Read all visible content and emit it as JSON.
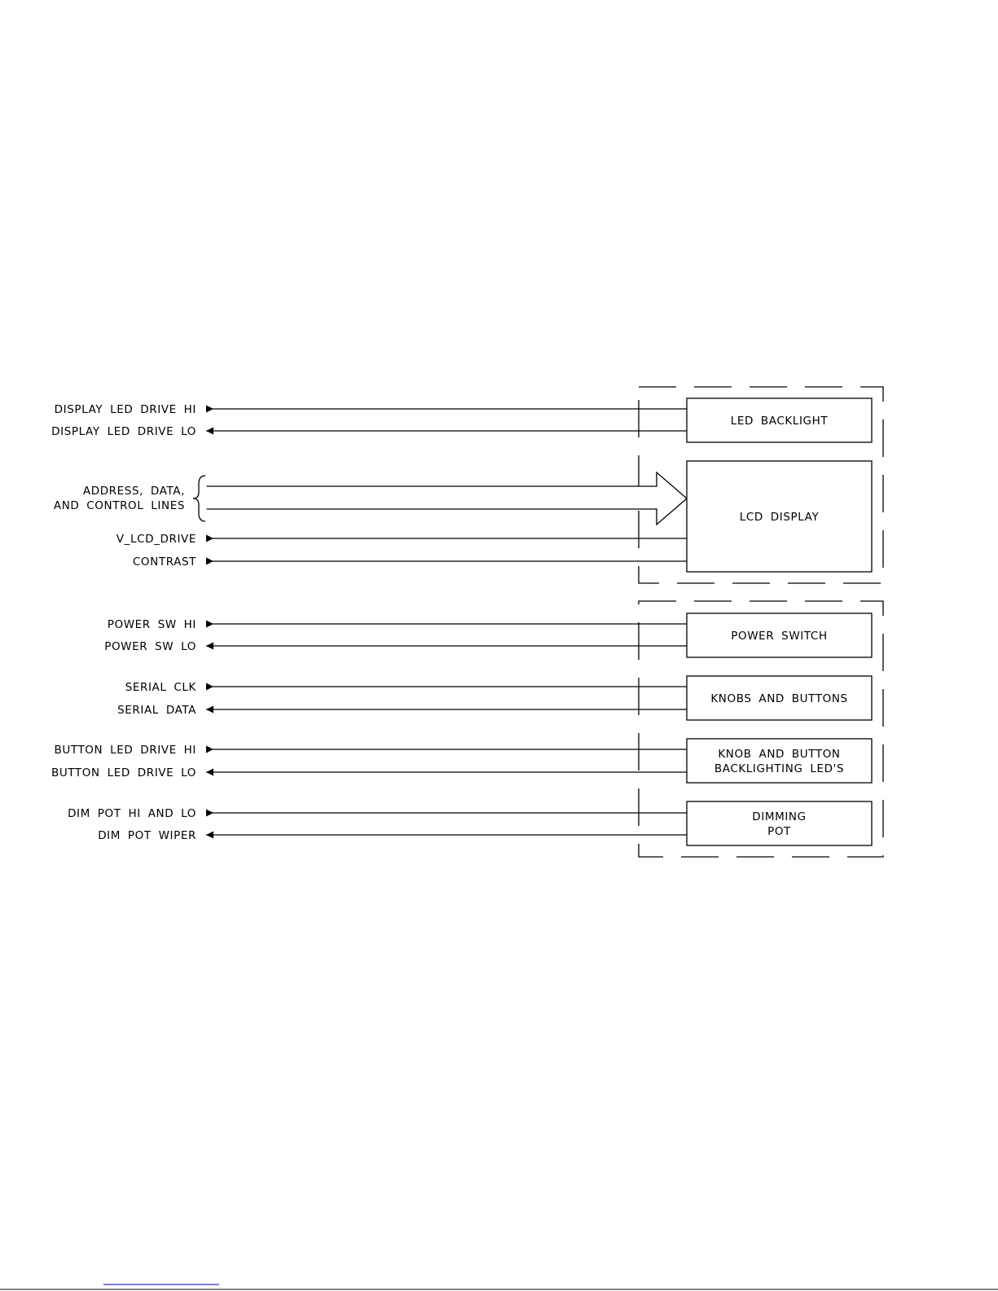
{
  "signals": [
    {
      "id": "display-led-drive-hi",
      "label": "DISPLAY LED DRIVE HI",
      "direction": "in",
      "target": "led-backlight"
    },
    {
      "id": "display-led-drive-lo",
      "label": "DISPLAY LED DRIVE LO",
      "direction": "out",
      "target": "led-backlight"
    },
    {
      "id": "v-lcd-drive",
      "label": "V_LCD_DRIVE",
      "direction": "in",
      "target": "lcd-display"
    },
    {
      "id": "contrast",
      "label": "CONTRAST",
      "direction": "in",
      "target": "lcd-display"
    },
    {
      "id": "power-sw-hi",
      "label": "POWER SW HI",
      "direction": "in",
      "target": "power-switch"
    },
    {
      "id": "power-sw-lo",
      "label": "POWER SW LO",
      "direction": "out",
      "target": "power-switch"
    },
    {
      "id": "serial-clk",
      "label": "SERIAL CLK",
      "direction": "in",
      "target": "knobs-and-buttons"
    },
    {
      "id": "serial-data",
      "label": "SERIAL DATA",
      "direction": "out",
      "target": "knobs-and-buttons"
    },
    {
      "id": "button-led-drive-hi",
      "label": "BUTTON LED DRIVE HI",
      "direction": "in",
      "target": "knob-button-backlighting"
    },
    {
      "id": "button-led-drive-lo",
      "label": "BUTTON LED DRIVE LO",
      "direction": "out",
      "target": "knob-button-backlighting"
    },
    {
      "id": "dim-pot-hi-and-lo",
      "label": "DIM POT HI AND LO",
      "direction": "in",
      "target": "dimming-pot"
    },
    {
      "id": "dim-pot-wiper",
      "label": "DIM POT WIPER",
      "direction": "out",
      "target": "dimming-pot"
    }
  ],
  "bus": {
    "label_lines": [
      "ADDRESS, DATA,",
      "AND CONTROL LINES"
    ],
    "target": "lcd-display"
  },
  "blocks": [
    {
      "id": "led-backlight",
      "lines": [
        "LED BACKLIGHT"
      ]
    },
    {
      "id": "lcd-display",
      "lines": [
        "LCD DISPLAY"
      ]
    },
    {
      "id": "power-switch",
      "lines": [
        "POWER SWITCH"
      ]
    },
    {
      "id": "knobs-and-buttons",
      "lines": [
        "KNOBS AND BUTTONS"
      ]
    },
    {
      "id": "knob-button-backlighting",
      "lines": [
        "KNOB AND BUTTON",
        "BACKLIGHTING LED'S"
      ]
    },
    {
      "id": "dimming-pot",
      "lines": [
        "DIMMING",
        "POT"
      ]
    }
  ],
  "groups": [
    {
      "id": "display-assembly",
      "members": [
        "led-backlight",
        "lcd-display"
      ]
    },
    {
      "id": "controls-assembly",
      "members": [
        "power-switch",
        "knobs-and-buttons",
        "knob-button-backlighting",
        "dimming-pot"
      ]
    }
  ]
}
